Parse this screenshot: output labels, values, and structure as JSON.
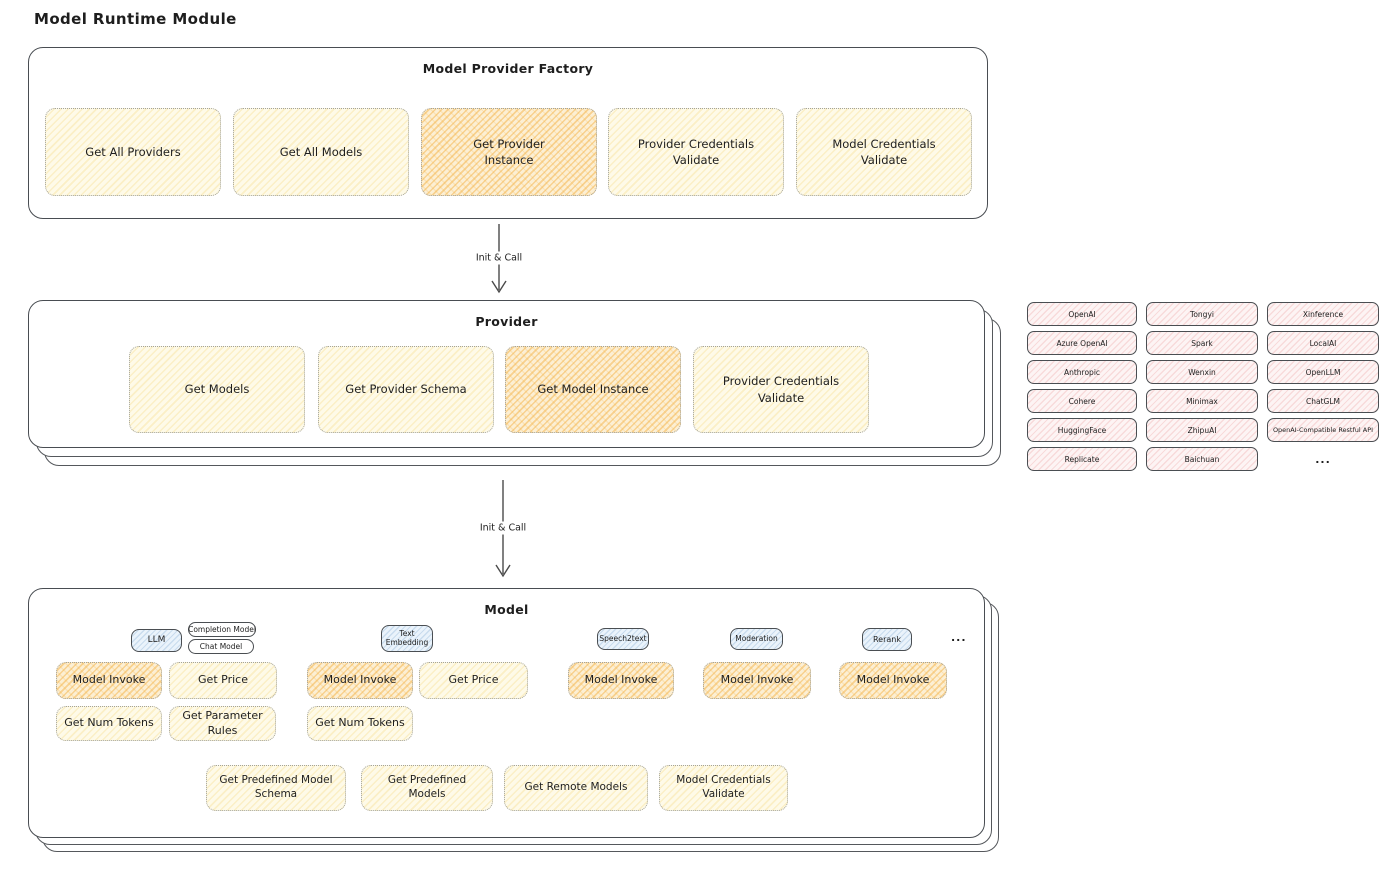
{
  "page_title": "Model Runtime Module",
  "arrow1": {
    "label": "Init & Call"
  },
  "arrow2": {
    "label": "Init & Call"
  },
  "factory": {
    "title": "Model Provider Factory",
    "items": [
      {
        "label": "Get All Providers"
      },
      {
        "label": "Get All Models"
      },
      {
        "label": "Get Provider Instance"
      },
      {
        "label": "Provider Credentials Validate"
      },
      {
        "label": "Model Credentials Validate"
      }
    ]
  },
  "provider": {
    "title": "Provider",
    "items": [
      {
        "label": "Get Models"
      },
      {
        "label": "Get Provider Schema"
      },
      {
        "label": "Get Model Instance"
      },
      {
        "label": "Provider Credentials Validate"
      }
    ]
  },
  "provider_list": {
    "rows": [
      [
        "OpenAI",
        "Tongyi",
        "Xinference"
      ],
      [
        "Azure OpenAI",
        "Spark",
        "LocalAI"
      ],
      [
        "Anthropic",
        "Wenxin",
        "OpenLLM"
      ],
      [
        "Cohere",
        "Minimax",
        "ChatGLM"
      ],
      [
        "HuggingFace",
        "ZhipuAI",
        "OpenAI-Compatible Restful API"
      ],
      [
        "Replicate",
        "Baichuan"
      ]
    ],
    "ellipsis": "..."
  },
  "model": {
    "title": "Model",
    "tabs": {
      "llm": "LLM",
      "completion_model": "Completion Model",
      "chat_model": "Chat Model",
      "text_embedding": "Text Embedding",
      "speech2text": "Speech2text",
      "moderation": "Moderation",
      "rerank": "Rerank",
      "ellipsis": "..."
    },
    "ops": {
      "llm_model_invoke": "Model Invoke",
      "llm_get_price": "Get Price",
      "llm_get_num_tokens": "Get Num Tokens",
      "llm_get_parameter_rules": "Get Parameter Rules",
      "te_model_invoke": "Model Invoke",
      "te_get_price": "Get Price",
      "te_get_num_tokens": "Get Num Tokens",
      "s2t_model_invoke": "Model Invoke",
      "mod_model_invoke": "Model Invoke",
      "rerank_model_invoke": "Model Invoke"
    },
    "bottom": [
      {
        "label": "Get Predefined Model Schema"
      },
      {
        "label": "Get Predefined Models"
      },
      {
        "label": "Get Remote Models"
      },
      {
        "label": "Model Credentials Validate"
      }
    ]
  },
  "colors": {
    "yellow_fill": "#fefae8",
    "orange_fill": "#fcefd4",
    "pink_fill": "#fdf4f4",
    "blue_fill": "#eaf3fb",
    "border_dark": "#494d52",
    "dotted_border": "#a3a39b",
    "text": "#1e1e1e"
  }
}
